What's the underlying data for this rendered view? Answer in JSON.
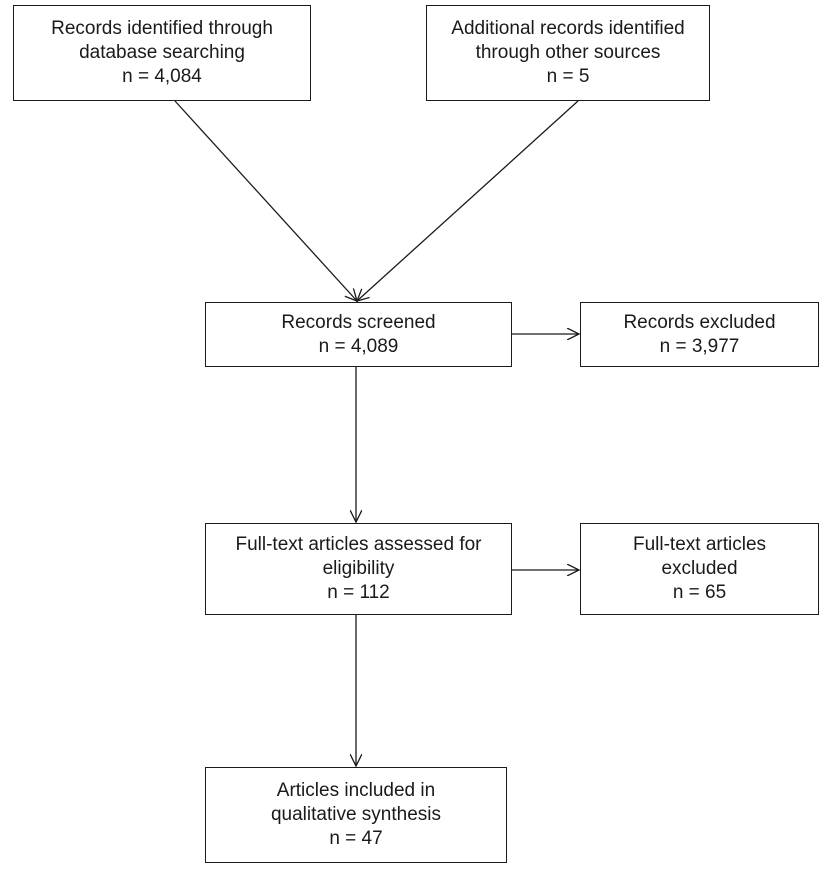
{
  "diagram": {
    "identified_database": {
      "line1": "Records identified through",
      "line2": "database searching",
      "count": "n = 4,084"
    },
    "identified_other": {
      "line1": "Additional records identified",
      "line2": "through  other sources",
      "count": "n = 5"
    },
    "screened": {
      "line1": "Records screened",
      "count": "n = 4,089"
    },
    "records_excluded": {
      "line1": "Records excluded",
      "count": "n = 3,977"
    },
    "fulltext_assessed": {
      "line1": "Full-text  articles assessed for",
      "line2": "eligibility",
      "count": "n = 112"
    },
    "fulltext_excluded": {
      "line1": "Full-text  articles",
      "line2": "excluded",
      "count": "n = 65"
    },
    "included": {
      "line1": "Articles included in",
      "line2": "qualitative synthesis",
      "count": "n = 47"
    }
  }
}
